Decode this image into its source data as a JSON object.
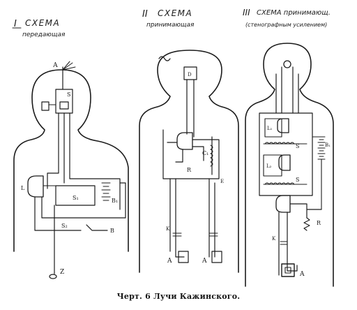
{
  "scheme_1": {
    "numeral": "I",
    "heading": "СХЕМА",
    "subtitle": "передающая",
    "labels": {
      "a": "А",
      "s": "S",
      "s1": "S₁",
      "s2": "S₂",
      "b1": "B₁",
      "b": "B",
      "l": "L",
      "z": "Z"
    }
  },
  "scheme_2": {
    "numeral": "II",
    "heading": "СХЕМА",
    "subtitle": "принимающая",
    "labels": {
      "d": "D",
      "r": "R",
      "c": "C₁",
      "k": "K",
      "e": "E",
      "a1": "A",
      "a2": "A"
    }
  },
  "scheme_3": {
    "numeral": "III",
    "heading": "СХЕМА принимающ.",
    "subtitle": "(стенографным усилением)",
    "labels": {
      "l1": "L₁",
      "s": "S",
      "b1": "B₁",
      "l2": "L₂",
      "r": "R",
      "k": "K",
      "a": "A"
    }
  },
  "caption": "Черт. 6  Лучи Кажинского."
}
